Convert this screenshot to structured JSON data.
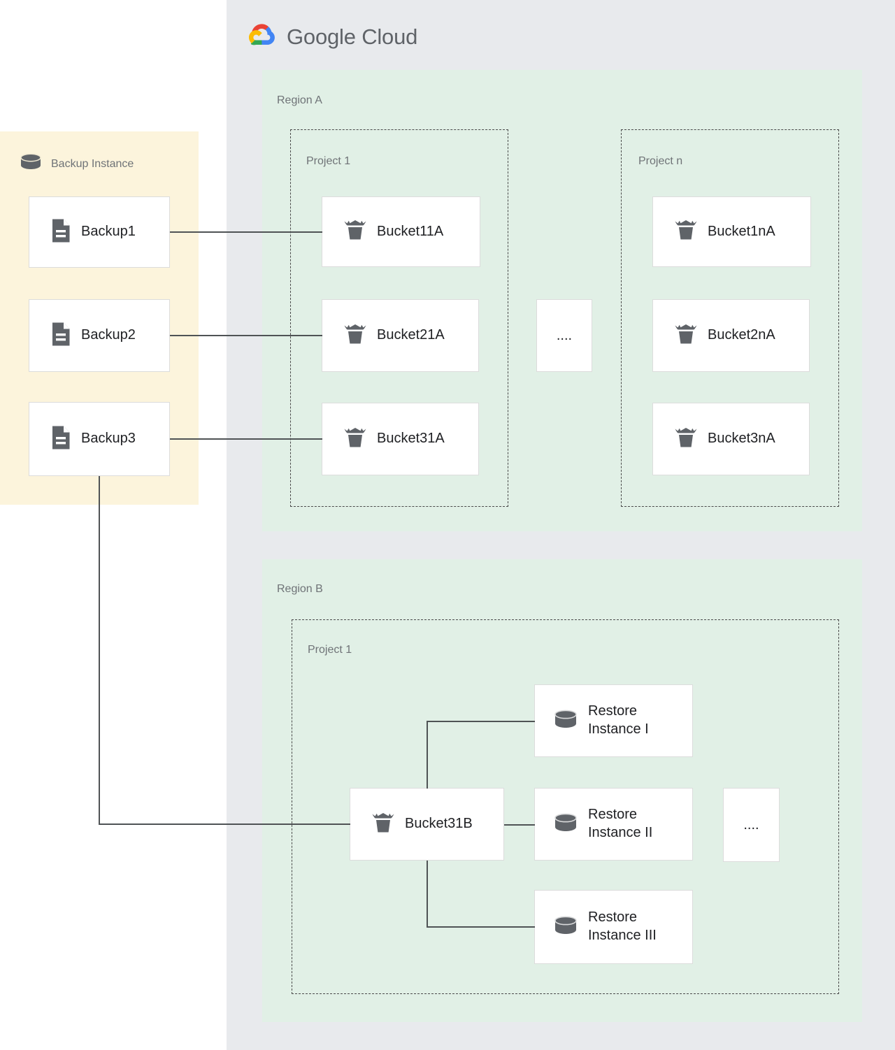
{
  "logo": {
    "brand_word": "Google",
    "product_word": "Cloud",
    "icon": "google-cloud-logo",
    "colors": {
      "red": "#ea4335",
      "blue": "#4285f4",
      "yellow": "#fbbc05",
      "green": "#34a853",
      "text": "#5f6368"
    }
  },
  "backup_instance": {
    "title": "Backup Instance",
    "icon": "database-cylinder-icon",
    "panel_color": "#fcf4dc",
    "items": [
      {
        "label": "Backup1",
        "icon": "document-icon"
      },
      {
        "label": "Backup2",
        "icon": "document-icon"
      },
      {
        "label": "Backup3",
        "icon": "document-icon"
      }
    ]
  },
  "regions": [
    {
      "label": "Region A",
      "color": "#e1f0e6",
      "projects": [
        {
          "label": "Project 1",
          "buckets": [
            {
              "label": "Bucket11A",
              "icon": "storage-bucket-icon"
            },
            {
              "label": "Bucket21A",
              "icon": "storage-bucket-icon"
            },
            {
              "label": "Bucket31A",
              "icon": "storage-bucket-icon"
            }
          ]
        },
        {
          "label": "Project n",
          "buckets": [
            {
              "label": "Bucket1nA",
              "icon": "storage-bucket-icon"
            },
            {
              "label": "Bucket2nA",
              "icon": "storage-bucket-icon"
            },
            {
              "label": "Bucket3nA",
              "icon": "storage-bucket-icon"
            }
          ]
        }
      ],
      "ellipsis": "...."
    },
    {
      "label": "Region B",
      "color": "#e1f0e6",
      "projects": [
        {
          "label": "Project 1",
          "bucket": {
            "label": "Bucket31B",
            "icon": "storage-bucket-icon"
          },
          "restore_instances": [
            {
              "label": "Restore\nInstance I",
              "icon": "database-cylinder-icon"
            },
            {
              "label": "Restore\nInstance II",
              "icon": "database-cylinder-icon"
            },
            {
              "label": "Restore\nInstance III",
              "icon": "database-cylinder-icon"
            }
          ],
          "ellipsis": "...."
        }
      ]
    }
  ],
  "theme": {
    "gcp_panel": "#e8eaed",
    "region_fill": "#e1f0e6",
    "card_border": "#dcdcdc",
    "line_color": "#4f5355",
    "label_color": "#6f7377",
    "node_text": "#202124",
    "icon_gray": "#5f6368"
  }
}
